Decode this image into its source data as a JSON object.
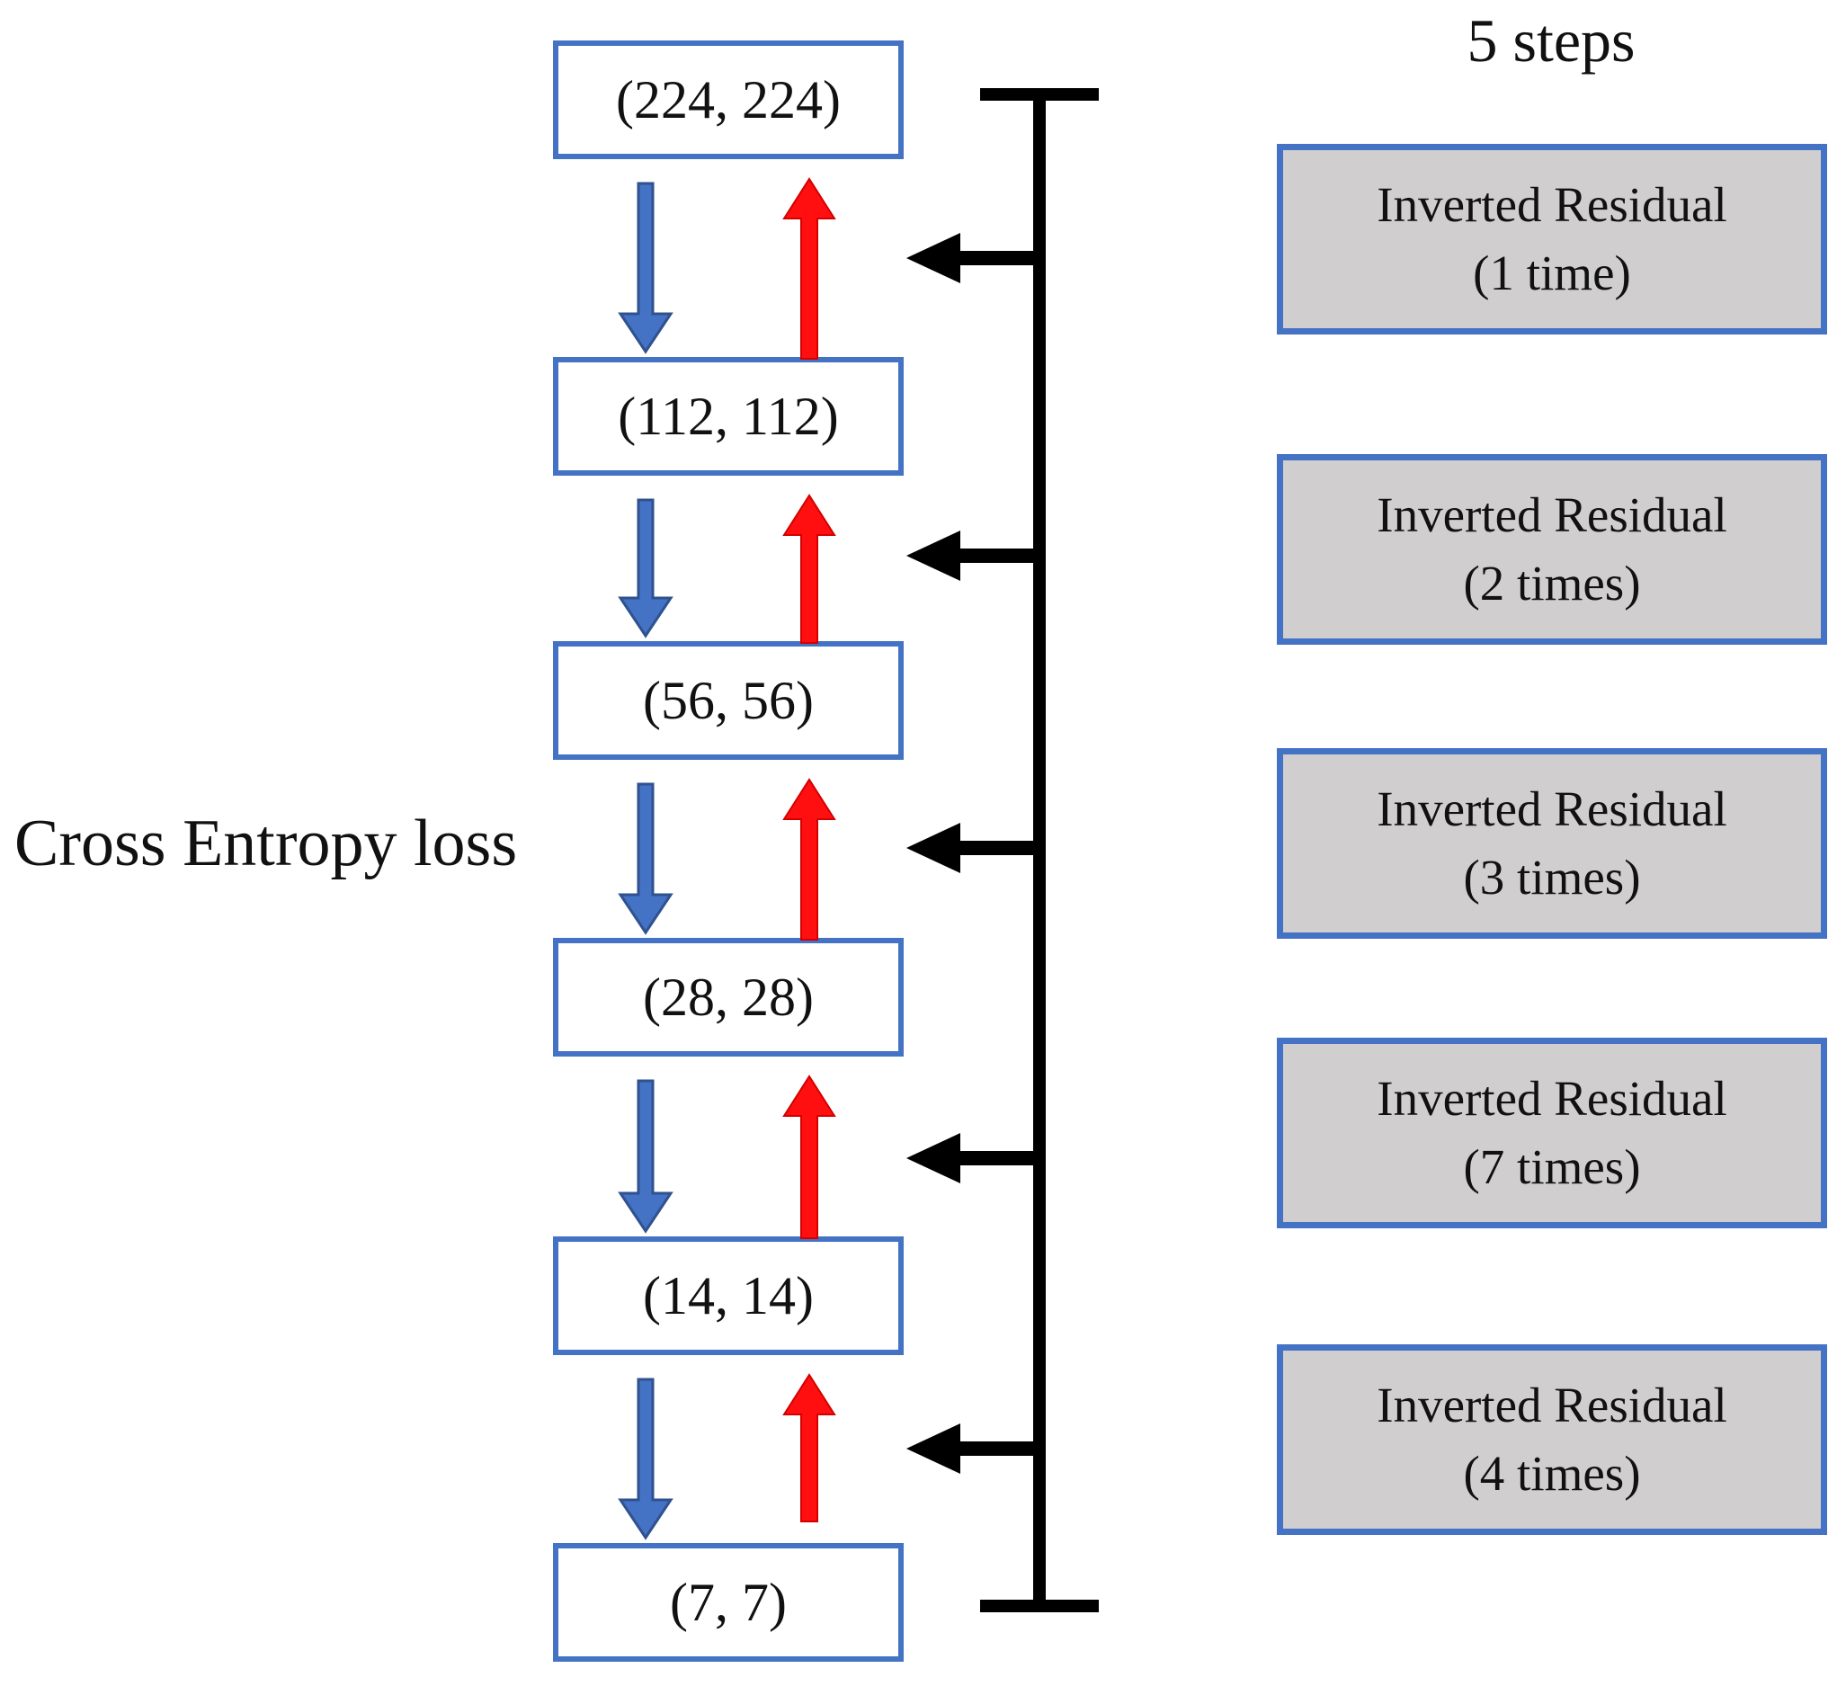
{
  "steps_label": "5 steps",
  "loss_label": "Cross Entropy loss",
  "nodes": [
    {
      "label": "(224, 224)"
    },
    {
      "label": "(112, 112)"
    },
    {
      "label": "(56, 56)"
    },
    {
      "label": "(28, 28)"
    },
    {
      "label": "(14, 14)"
    },
    {
      "label": "(7, 7)"
    }
  ],
  "residual_blocks": [
    {
      "title": "Inverted Residual",
      "count": "(1 time)"
    },
    {
      "title": "Inverted Residual",
      "count": "(2 times)"
    },
    {
      "title": "Inverted Residual",
      "count": "(3 times)"
    },
    {
      "title": "Inverted Residual",
      "count": "(7 times)"
    },
    {
      "title": "Inverted Residual",
      "count": "(4 times)"
    }
  ],
  "colors": {
    "box_border_blue": "#4472C4",
    "down_arrow_fill": "#4472C4",
    "down_arrow_stroke": "#2F528F",
    "up_arrow_fill": "#FF0F0F",
    "gray_box_fill": "#D0CECE",
    "line_black": "#000000",
    "text_black": "#111111"
  }
}
